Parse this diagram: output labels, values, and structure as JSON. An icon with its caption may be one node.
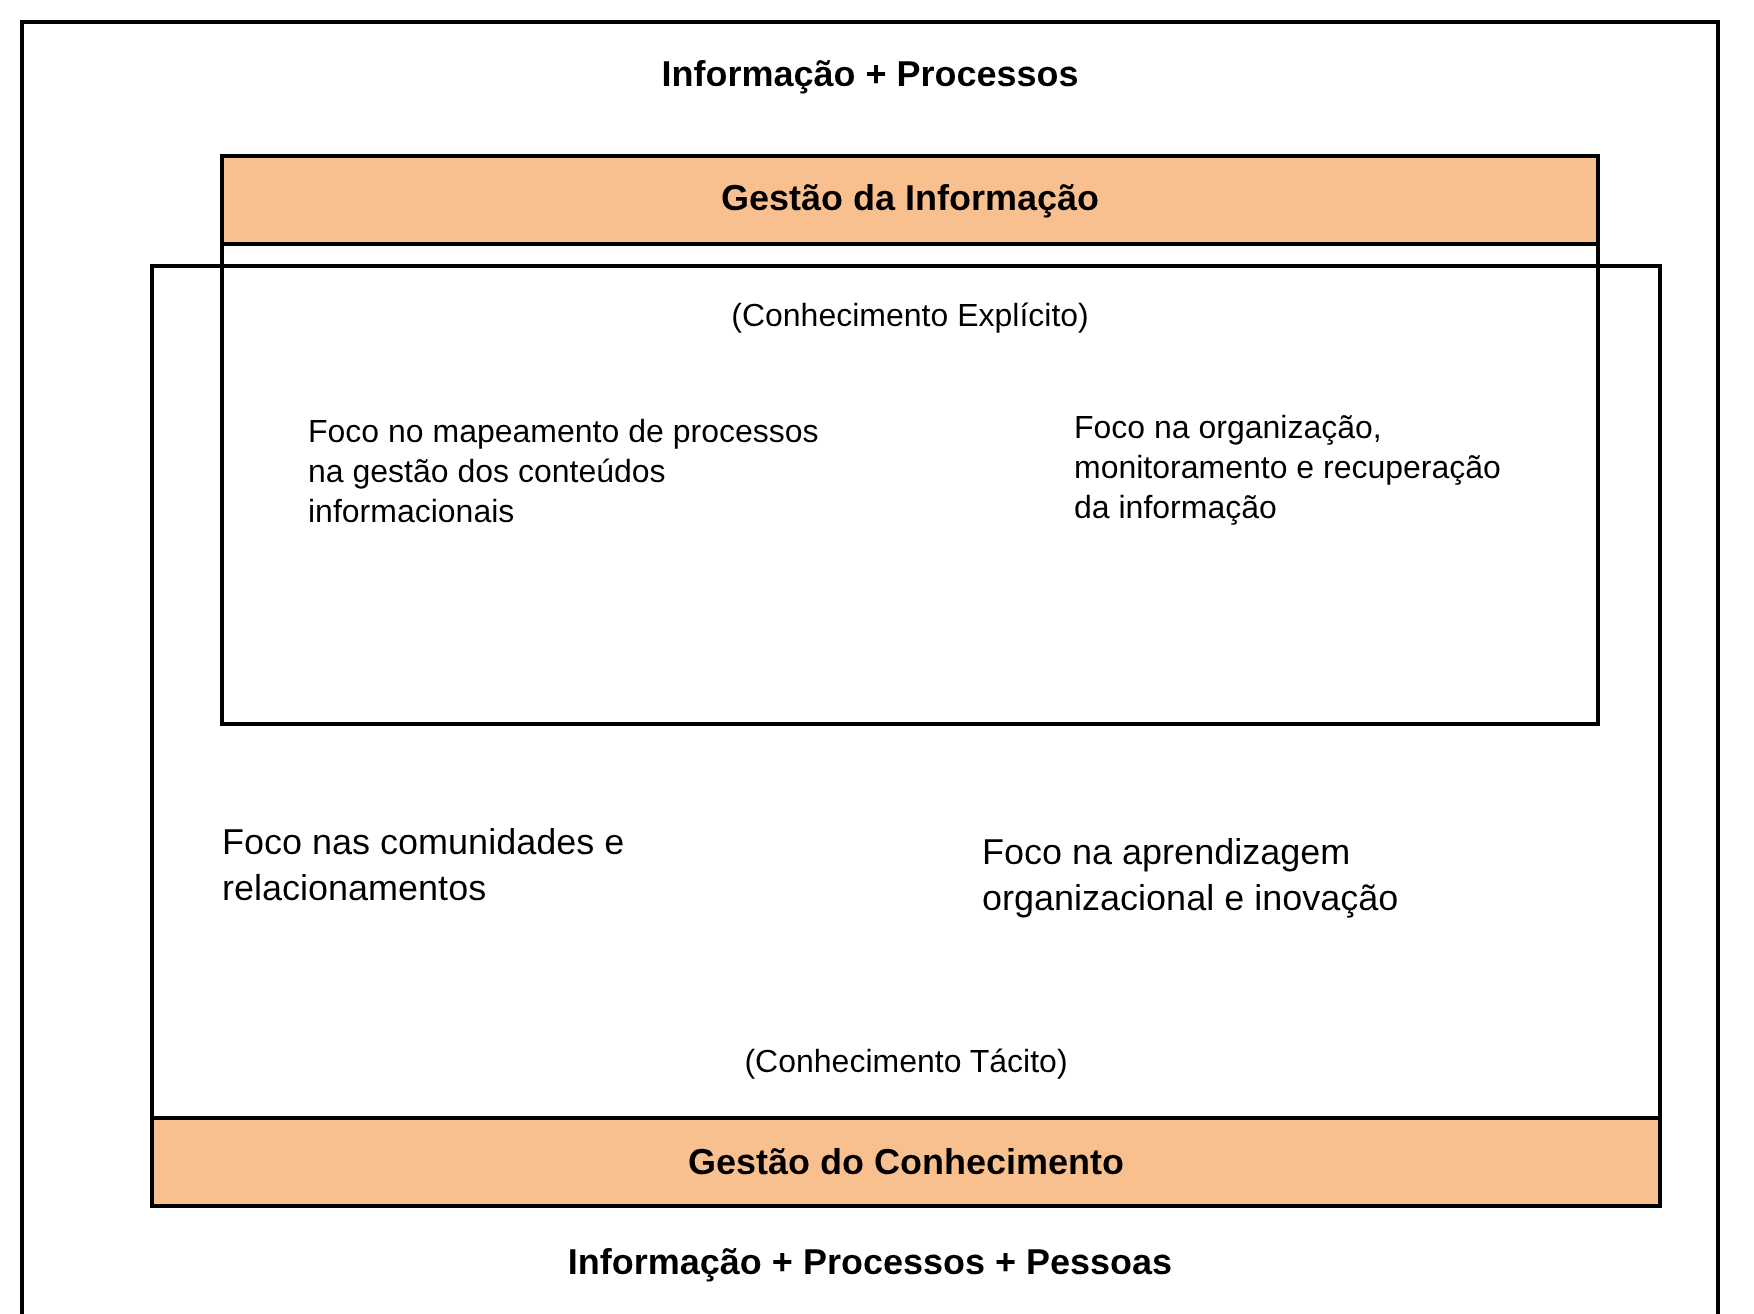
{
  "diagram": {
    "nodes": [
      {
        "text": [
          "Informação + Processos",
          "Informação + Processos + Pessoas"
        ]
      },
      {
        "text": [
          "Gestão da Informação",
          "(Conhecimento Explícito)",
          "Foco no mapeamento de processos na gestão dos conteúdos informacionais",
          "Foco na organização, monitoramento e recuperação da informação"
        ],
        "in": 0
      },
      {
        "text": [
          "Foco nas comunidades e relacionamentos",
          "Foco na aprendizagem organizacional e inovação",
          "(Conhecimento Tácito)",
          "Gestão do Conhecimento"
        ],
        "in": 0
      }
    ]
  }
}
